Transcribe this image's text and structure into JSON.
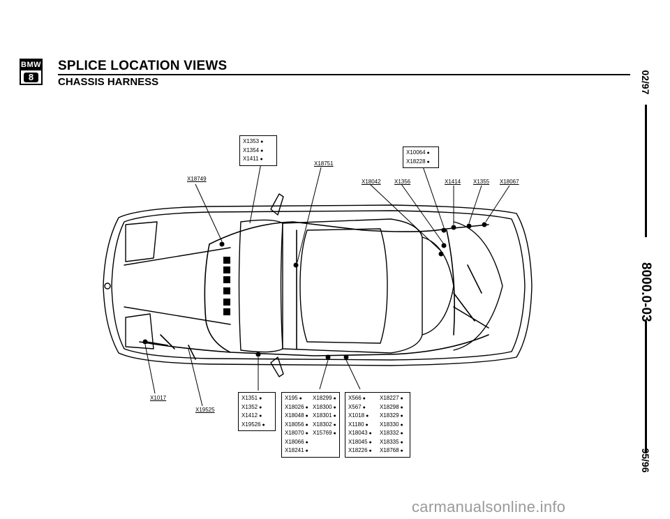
{
  "header": {
    "logo_text": "BMW",
    "logo_number": "8",
    "title": "SPLICE LOCATION VIEWS",
    "subtitle": "CHASSIS HARNESS"
  },
  "side": {
    "date": "02/97",
    "code": "8000.0-03",
    "model_year": "95/96"
  },
  "boxes": {
    "top_left": [
      "X1353",
      "X1354",
      "X1411"
    ],
    "top_right": [
      "X10064",
      "X18228"
    ],
    "bottom_1": [
      "X1351",
      "X1352",
      "X1412",
      "X19526"
    ],
    "bottom_2_col1": [
      "X195",
      "X18026",
      "X18048",
      "X18056",
      "X18070",
      "X18066",
      "X18241"
    ],
    "bottom_2_col2": [
      "X18299",
      "X18300",
      "X18301",
      "X18302",
      "X15769"
    ],
    "bottom_3_col1": [
      "X566",
      "X567",
      "X1018",
      "X1180",
      "X18043",
      "X18045",
      "X18226"
    ],
    "bottom_3_col2": [
      "X18227",
      "X18298",
      "X18329",
      "X18330",
      "X18332",
      "X18335",
      "X18768"
    ]
  },
  "labels": {
    "x18749": "X18749",
    "x18751": "X18751",
    "x18042": "X18042",
    "x1356": "X1356",
    "x1414": "X1414",
    "x1355": "X1355",
    "x18067": "X18067",
    "x1017": "X1017",
    "x19525": "X19525"
  },
  "watermark": "carmanualsonline.info"
}
